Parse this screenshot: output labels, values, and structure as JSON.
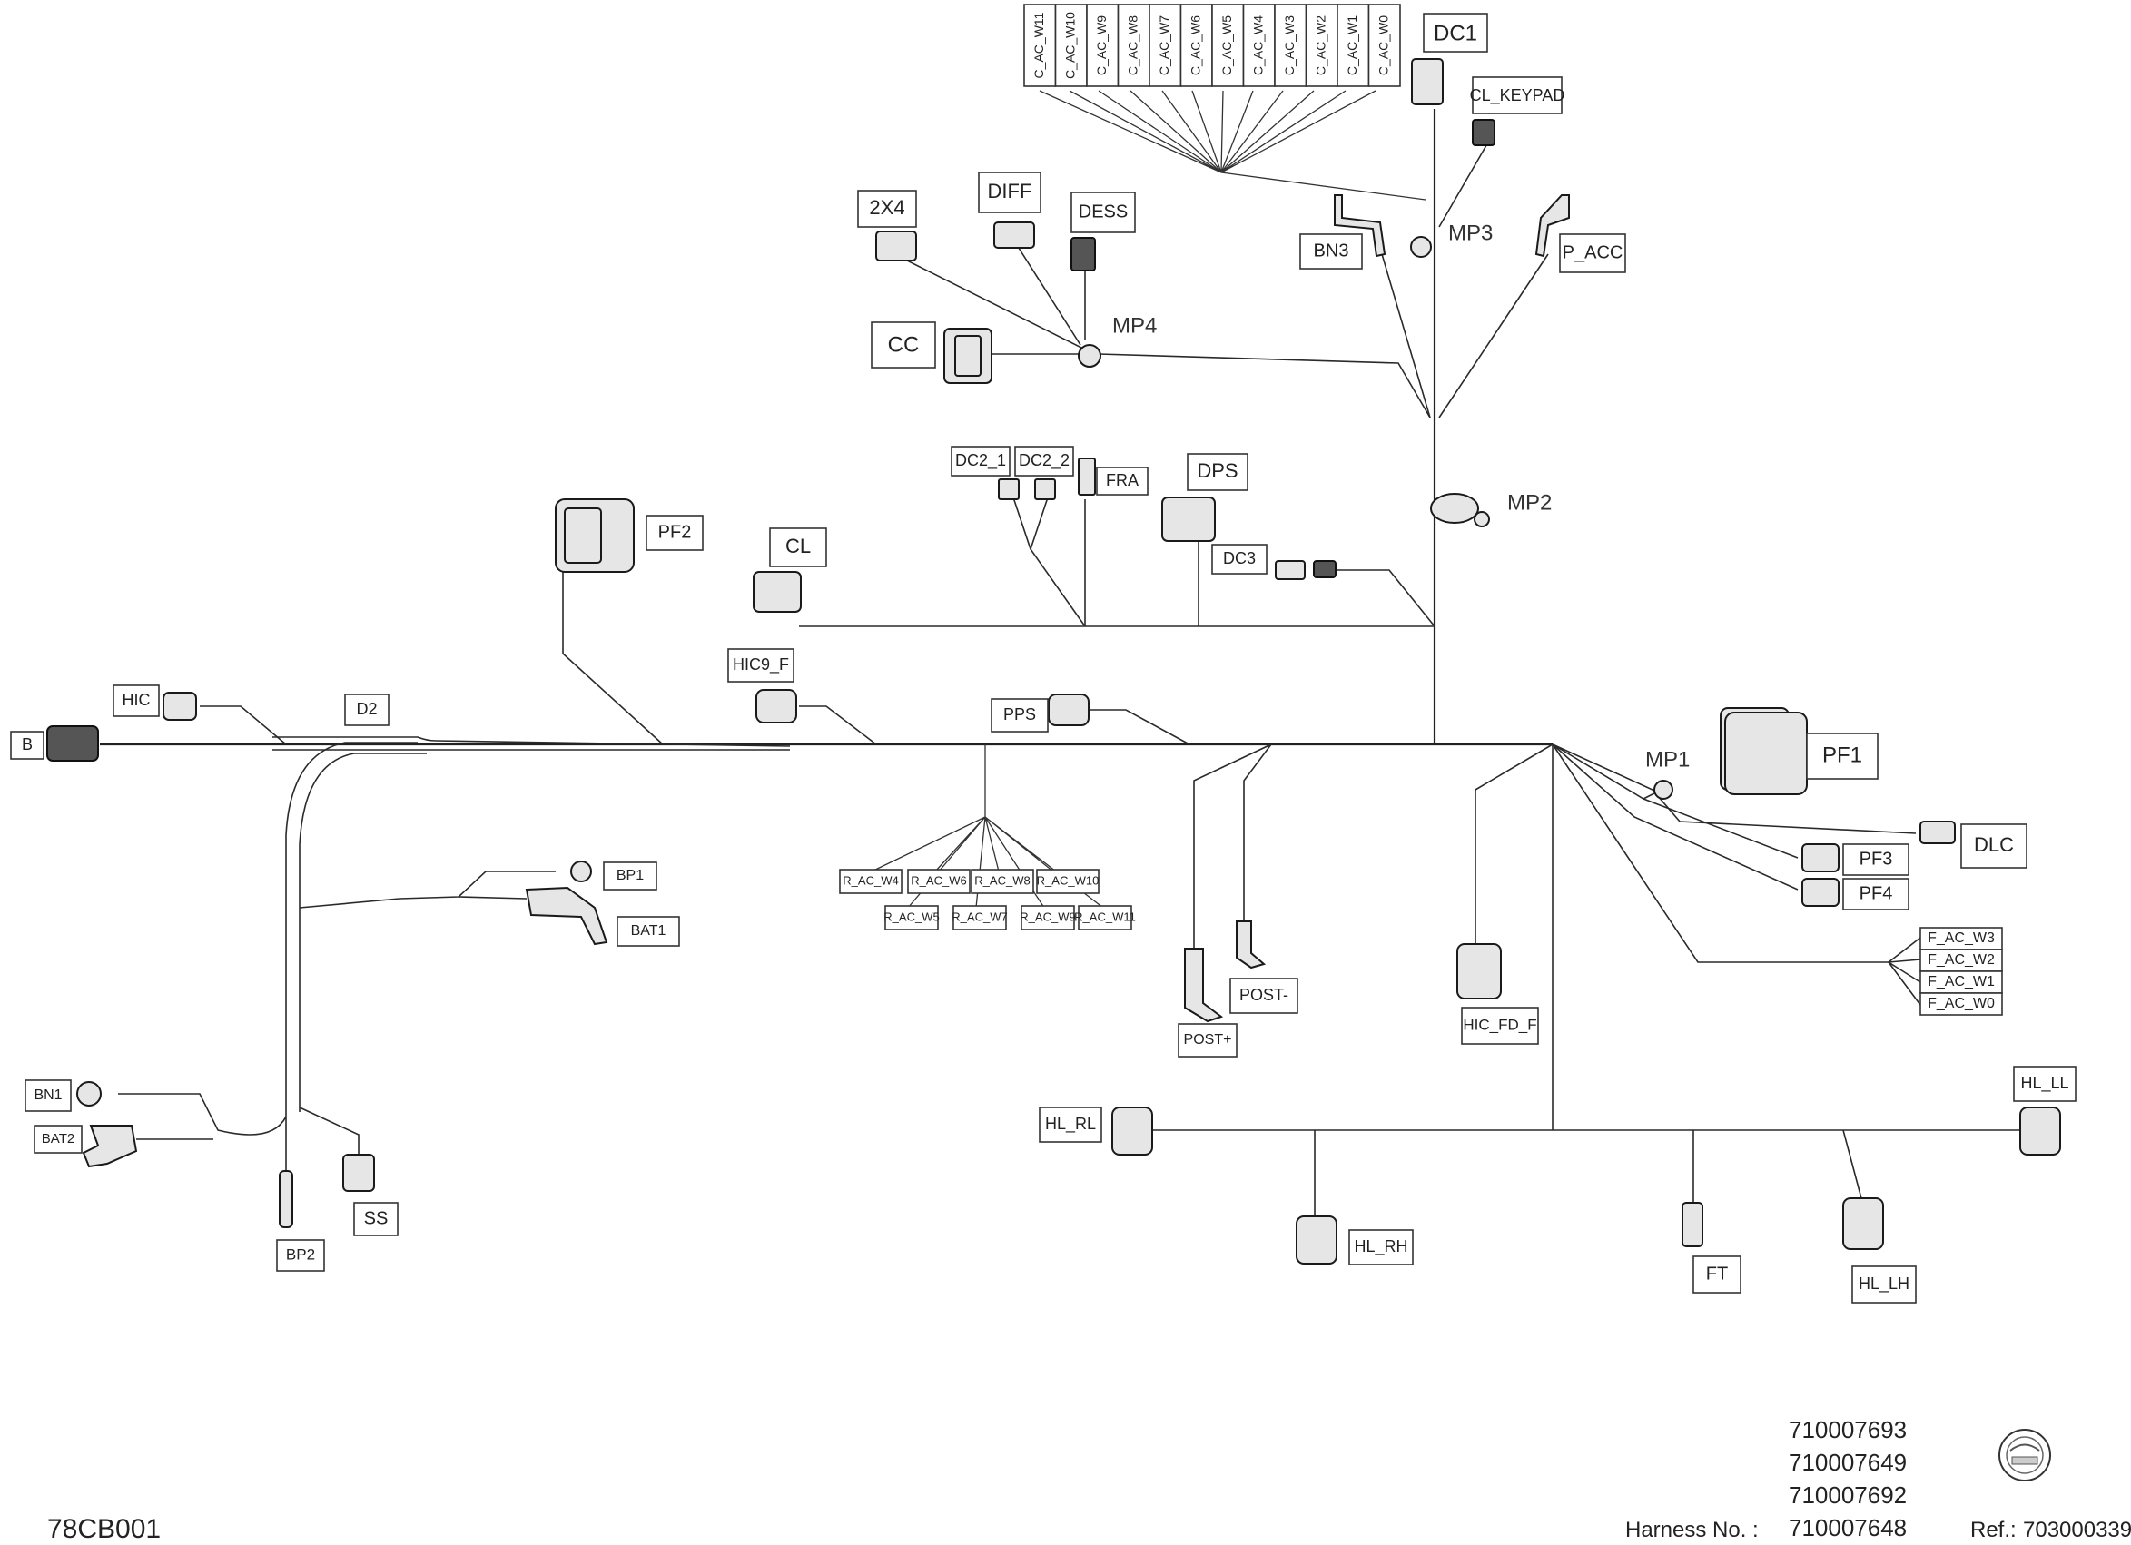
{
  "diagram_code": "78CB001",
  "harness_label": "Harness No. :",
  "harness_numbers": [
    "710007693",
    "710007649",
    "710007692",
    "710007648"
  ],
  "ref_label": "Ref.:",
  "ref_number": "703000339",
  "labels": {
    "c_ac": [
      "C_AC_W11",
      "C_AC_W10",
      "C_AC_W9",
      "C_AC_W8",
      "C_AC_W7",
      "C_AC_W6",
      "C_AC_W5",
      "C_AC_W4",
      "C_AC_W3",
      "C_AC_W2",
      "C_AC_W1",
      "C_AC_W0"
    ],
    "r_ac_top": [
      "R_AC_W4",
      "R_AC_W6",
      "R_AC_W8",
      "R_AC_W10"
    ],
    "r_ac_bottom": [
      "R_AC_W5",
      "R_AC_W7",
      "R_AC_W9",
      "R_AC_W11"
    ],
    "f_ac": [
      "F_AC_W3",
      "F_AC_W2",
      "F_AC_W1",
      "F_AC_W0"
    ],
    "dc1": "DC1",
    "cl_keypad": "CL_KEYPAD",
    "bn3": "BN3",
    "p_acc": "P_ACC",
    "mp3": "MP3",
    "mp4": "MP4",
    "mp2": "MP2",
    "mp1": "MP1",
    "x2x4": "2X4",
    "diff": "DIFF",
    "dess": "DESS",
    "cc": "CC",
    "dc2_1": "DC2_1",
    "dc2_2": "DC2_2",
    "fra": "FRA",
    "dps": "DPS",
    "dc3": "DC3",
    "pf2": "PF2",
    "cl": "CL",
    "hic9_f": "HIC9_F",
    "pps": "PPS",
    "hic": "HIC",
    "d2": "D2",
    "b": "B",
    "pf1": "PF1",
    "dlc": "DLC",
    "pf3": "PF3",
    "pf4": "PF4",
    "bp1": "BP1",
    "bat1": "BAT1",
    "bn1": "BN1",
    "bat2": "BAT2",
    "ss": "SS",
    "bp2": "BP2",
    "post_plus": "POST+",
    "post_minus": "POST-",
    "hic_fd_f": "HIC_FD_F",
    "hl_rl": "HL_RL",
    "hl_rh": "HL_RH",
    "ft": "FT",
    "hl_lh": "HL_LH",
    "hl_ll": "HL_LL"
  },
  "colors": {
    "line": "#222222",
    "connector_fill": "#e6e6e6",
    "background": "#ffffff"
  }
}
